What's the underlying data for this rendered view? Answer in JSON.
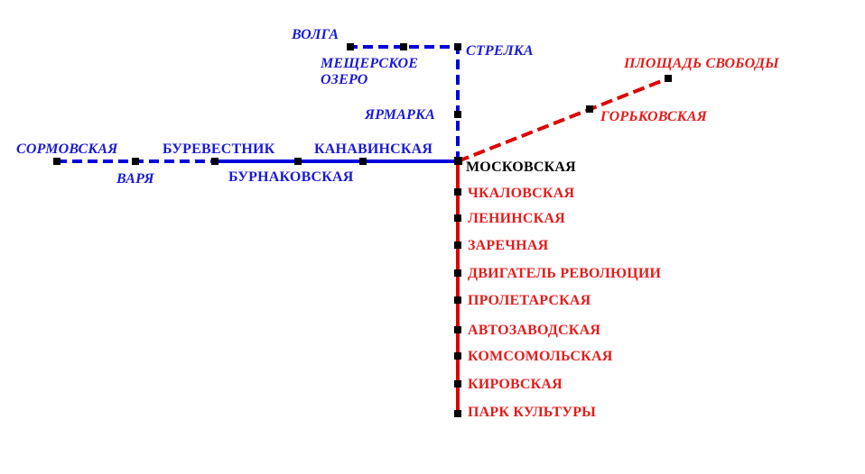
{
  "colors": {
    "blue_line": "#0000dd",
    "red_line": "#dd0000",
    "blue_text": "#1a1ad8",
    "red_text": "#e51c1c",
    "station_marker": "#000000",
    "background": "#ffffff"
  },
  "lines": {
    "blue": {
      "name": "",
      "stations": {
        "sormovskaya": "СОРМОВСКАЯ",
        "varya": "ВАРЯ",
        "burevestnik": "БУРЕВЕСТНИК",
        "burnakovskaya": "БУРНАКОВСКАЯ",
        "kanavinskaya": "КАНАВИНСКАЯ",
        "moskovskaya": "МОСКОВСКАЯ",
        "yarmarka": "ЯРМАРКА",
        "strelka": "СТРЕЛКА",
        "meshcherskoe_1": "МЕЩЕРСКОЕ",
        "meshcherskoe_2": "ОЗЕРО",
        "volga": "ВОЛГА"
      }
    },
    "red": {
      "name": "",
      "stations": {
        "ploshchad_svobody": "ПЛОЩАДЬ СВОБОДЫ",
        "gorkovskaya": "ГОРЬКОВСКАЯ",
        "chkalovskaya": "ЧКАЛОВСКАЯ",
        "leninskaya": "ЛЕНИНСКАЯ",
        "zarechnaya": "ЗАРЕЧНАЯ",
        "dvigatel_revolyutsii": "ДВИГАТЕЛЬ РЕВОЛЮЦИИ",
        "proletarskaya": "ПРОЛЕТАРСКАЯ",
        "avtozavodskaya": "АВТОЗАВОДСКАЯ",
        "komsomolskaya": "КОМСОМОЛЬСКАЯ",
        "kirovskaya": "КИРОВСКАЯ",
        "park_kultury": "ПАРК КУЛЬТУРЫ"
      }
    }
  }
}
